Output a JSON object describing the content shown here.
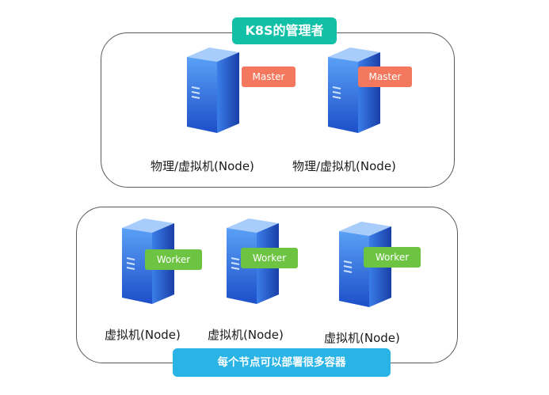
{
  "title": "K8S的管理者",
  "footer": "每个节点可以部署很多容器",
  "colors": {
    "title_pill": "#12c0a8",
    "footer_pill": "#2ab4e6",
    "master_tag": "#f3785e",
    "worker_tag": "#6cc442",
    "server_front": "#2f6fe0",
    "server_side": "#4a8ef0",
    "border": "#555a5f"
  },
  "icons": [
    "server-icon"
  ],
  "master_group": {
    "nodes": [
      {
        "role": "Master",
        "label": "物理/虚拟机(Node)"
      },
      {
        "role": "Master",
        "label": "物理/虚拟机(Node)"
      }
    ]
  },
  "worker_group": {
    "nodes": [
      {
        "role": "Worker",
        "label": "虚拟机(Node)"
      },
      {
        "role": "Worker",
        "label": "虚拟机(Node)"
      },
      {
        "role": "Worker",
        "label": "虚拟机(Node)"
      }
    ]
  }
}
